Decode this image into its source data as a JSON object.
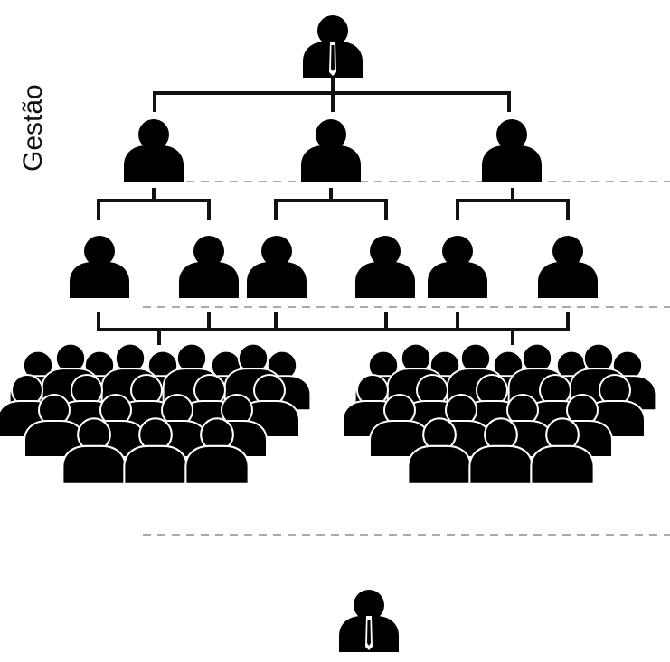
{
  "diagram": {
    "side_label": "Gestão",
    "levels": [
      {
        "name": "top-manager",
        "count": 1,
        "tie": true
      },
      {
        "name": "managers",
        "count": 3,
        "tie": false
      },
      {
        "name": "supervisors",
        "count": 6,
        "tie": false
      },
      {
        "name": "worker-groups",
        "count": 2,
        "tie": false
      },
      {
        "name": "bottom-manager",
        "count": 1,
        "tie": true
      }
    ],
    "colors": {
      "figure": "#000000",
      "line": "#111111",
      "dash": "#aaaaaa",
      "tie": "#ffffff"
    }
  }
}
